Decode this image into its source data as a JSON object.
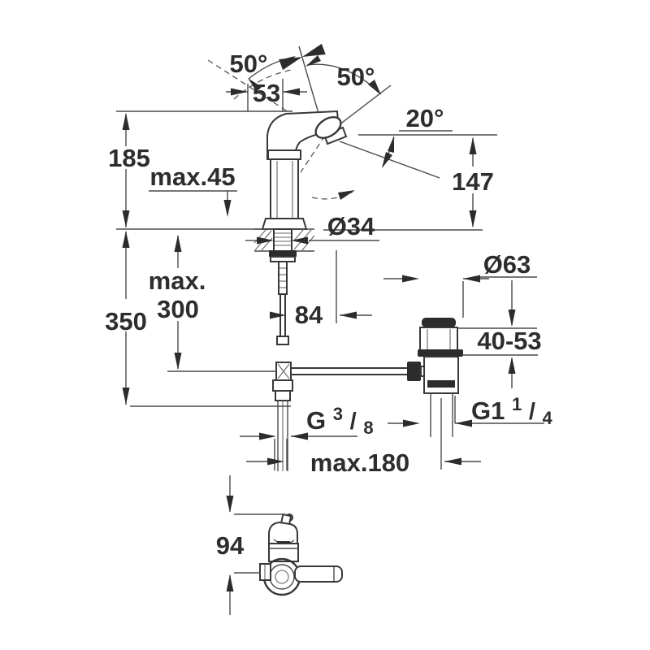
{
  "drawing": {
    "type": "faucet-installation-dimension-diagram",
    "colors": {
      "line": "#454545",
      "dark": "#2c2c2c",
      "text": "#2d2d2d",
      "background": "#ffffff"
    },
    "labels": {
      "swing_left": "50°",
      "swing_right": "50°",
      "spout_offset": "53",
      "outlet_angle": "20°",
      "height_above_deck": "185",
      "max_deck_thickness": "max.45",
      "outlet_height": "147",
      "hole_diameter": "Ø34",
      "max_word": "max.",
      "max_mount_depth": "300",
      "total_depth": "350",
      "projection": "84",
      "drain_flange_diameter": "Ø63",
      "drain_deck_range": "40-53",
      "supply_thread": {
        "prefix": "G",
        "num": "3",
        "slash": "/",
        "den": "8"
      },
      "drain_thread": {
        "prefix": "G1",
        "num": "1",
        "slash": "/",
        "den": "4"
      },
      "max_spacing": "max.180",
      "valve_height": "94"
    }
  }
}
